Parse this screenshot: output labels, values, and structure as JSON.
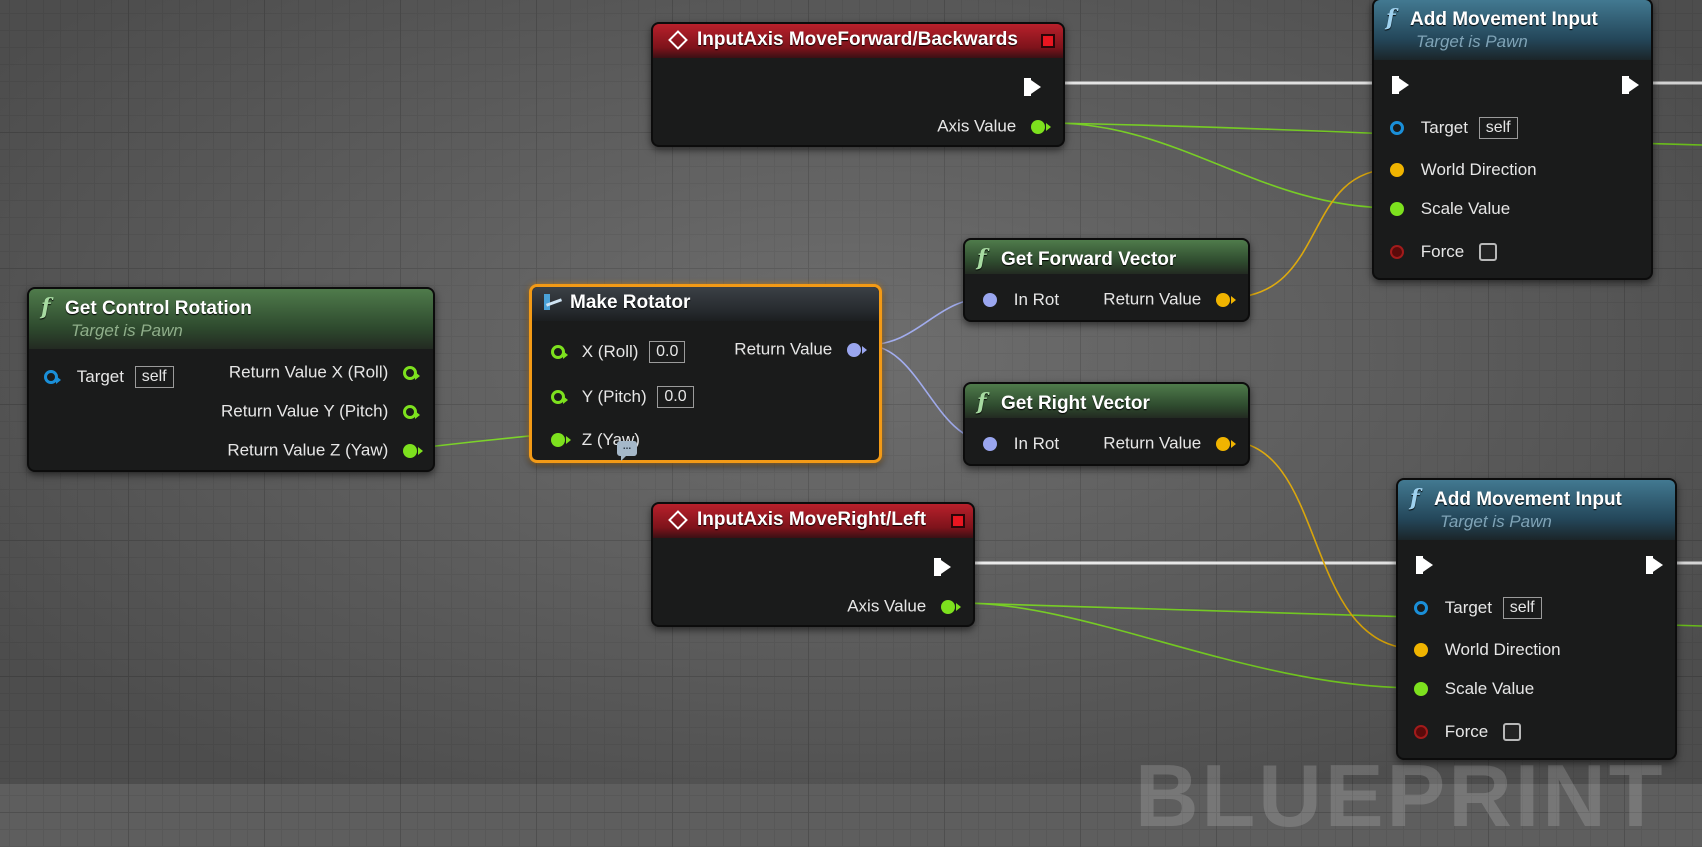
{
  "watermark": "BLUEPRINT",
  "nodes": {
    "get_control_rotation": {
      "title": "Get Control Rotation",
      "subtitle": "Target is Pawn",
      "target_label": "Target",
      "target_value": "self",
      "outputs": [
        "Return Value X (Roll)",
        "Return Value Y (Pitch)",
        "Return Value Z (Yaw)"
      ]
    },
    "make_rotator": {
      "title": "Make Rotator",
      "x_label": "X (Roll)",
      "x_value": "0.0",
      "y_label": "Y (Pitch)",
      "y_value": "0.0",
      "z_label": "Z (Yaw)",
      "return_label": "Return Value"
    },
    "input_forward": {
      "title": "InputAxis MoveForward/Backwards",
      "axis_label": "Axis Value"
    },
    "input_right": {
      "title": "InputAxis MoveRight/Left",
      "axis_label": "Axis Value"
    },
    "get_forward_vector": {
      "title": "Get Forward Vector",
      "in_label": "In Rot",
      "return_label": "Return Value"
    },
    "get_right_vector": {
      "title": "Get Right Vector",
      "in_label": "In Rot",
      "return_label": "Return Value"
    },
    "add_movement_1": {
      "title": "Add Movement Input",
      "subtitle": "Target is Pawn",
      "target_label": "Target",
      "target_value": "self",
      "world_direction_label": "World Direction",
      "scale_value_label": "Scale Value",
      "force_label": "Force"
    },
    "add_movement_2": {
      "title": "Add Movement Input",
      "subtitle": "Target is Pawn",
      "target_label": "Target",
      "target_value": "self",
      "world_direction_label": "World Direction",
      "scale_value_label": "Scale Value",
      "force_label": "Force"
    }
  },
  "comment_icon_text": "...",
  "colors": {
    "float_wire": "#7de11e",
    "vector_wire": "#f0b400",
    "rotator_wire": "#9aa6ef",
    "exec_wire": "#ffffff",
    "selected_border": "#f39a16"
  }
}
